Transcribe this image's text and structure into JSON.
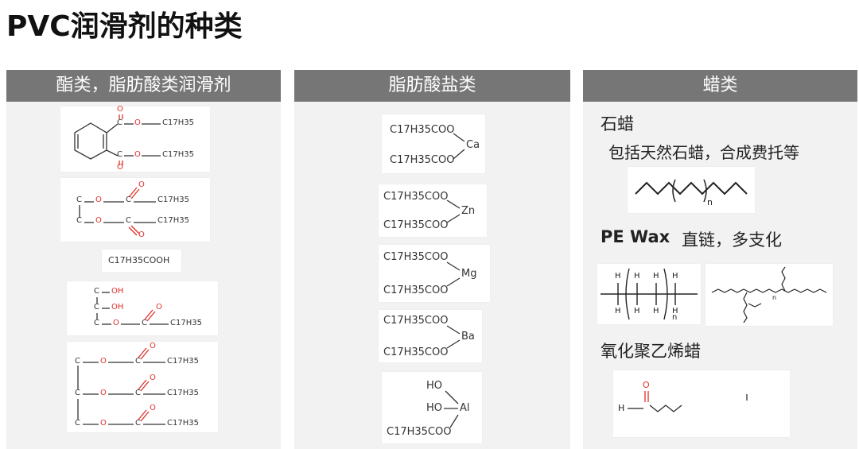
{
  "title": "PVC润滑剂的种类",
  "panels": {
    "esters": {
      "header": "酯类，脂肪酸类润滑剂",
      "c17h35": "C17H35",
      "stearic_acid": "C17H35COOH",
      "oh": "OH",
      "c": "C",
      "o": "O"
    },
    "metal_soaps": {
      "header": "脂肪酸盐类",
      "acyl": "C17H35COO",
      "ca": "Ca",
      "zn": "Zn",
      "mg": "Mg",
      "ba": "Ba",
      "al": "Al",
      "ho": "HO"
    },
    "waxes": {
      "header": "蜡类",
      "paraffin_heading": "石蜡",
      "paraffin_desc": "包括天然石蜡，合成费托等",
      "pe_wax_name": "PE Wax",
      "pe_wax_desc": "直链，多支化",
      "oxidized_heading": "氧化聚乙烯蜡",
      "n": "n",
      "h": "H",
      "o": "O"
    }
  },
  "colors": {
    "header_bg": "#767676",
    "panel_bg": "#f2f2f2",
    "oxygen_red": "#e0302a"
  }
}
